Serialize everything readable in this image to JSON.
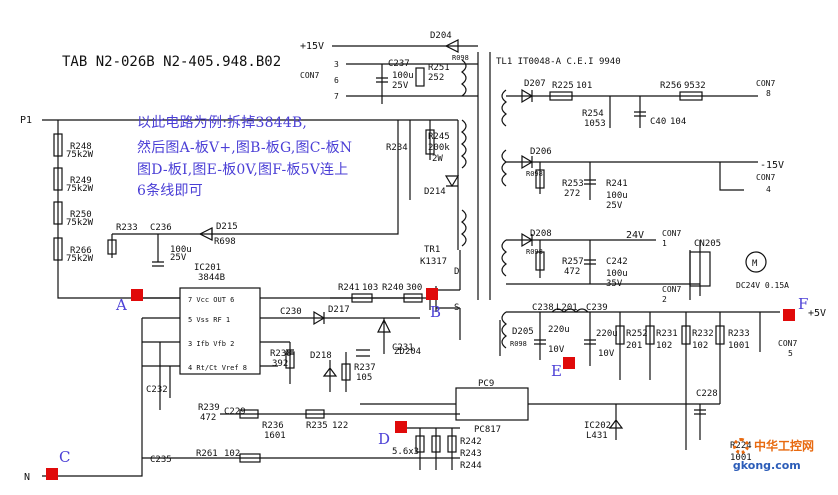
{
  "title": "TAB N2-026B N2-405.948.B02",
  "note": {
    "line1": "以此电路为例:拆掉3844B,",
    "line2": "然后图A-板V+,图B-板G,图C-板N",
    "line3": "图D-板I,图E-板0V,图F-板5V连上",
    "line4": "6条线即可"
  },
  "markers": {
    "a": "A",
    "b": "B",
    "c": "C",
    "d": "D",
    "e": "E",
    "f": "F"
  },
  "nets": {
    "p1": "P1",
    "n": "N",
    "plus15v": "+15V",
    "minus15v": "-15V",
    "plus5v": "+5V",
    "v24": "24V",
    "dc24": "DC24V 0.15A",
    "con7": "CON7",
    "c7p3": "3",
    "c7p6": "6",
    "c7p7": "7",
    "c7p8": "8",
    "c7p4": "4",
    "c7p1": "1",
    "c7p2": "2",
    "c7p5": "5"
  },
  "components": {
    "r248": "R248",
    "r248v": "75k2W",
    "r249": "R249",
    "r249v": "75k2W",
    "r250": "R250",
    "r250v": "75k2W",
    "r266": "R266",
    "r266v": "75k2W",
    "r233a": "R233",
    "c236": "C236",
    "c236v": "100u",
    "c236v2": "25V",
    "d215": "D215",
    "d215v": "R698",
    "ic201": "IC201",
    "ic201v": "3844B",
    "pin7": "7 Vcc OUT 6",
    "pin5": "5 Vss  RF 1",
    "pin3": "3 Ifb  Vfb 2",
    "pin4": "4 Rt/Ct Vref 8",
    "c232": "C232",
    "r239": "R239",
    "r239v": "472",
    "c229": "C229",
    "r236": "R236",
    "r236v": "1601",
    "r235": "R235",
    "r235v": "122",
    "r261": "R261",
    "r261v": "102",
    "c235": "C235",
    "r241": "R241",
    "r241v": "103",
    "r240": "R240",
    "r240v": "300",
    "c230": "C230",
    "d217": "D217",
    "zd204": "ZD204",
    "r238": "R238",
    "r238v": "392",
    "d218": "D218",
    "r237": "R237",
    "r237v": "105",
    "c231": "C231",
    "r242": "R242",
    "r243": "R243",
    "r244": "R244",
    "v56": "5.6x3",
    "tr1": "TR1",
    "tr1v": "K1317",
    "pin_d": "D",
    "pin_s": "S",
    "d204": "D204",
    "d204v": "R098",
    "c237": "C237",
    "c237v": "100u",
    "c237v2": "25V",
    "r251": "R251",
    "r251v": "252",
    "r234": "R234",
    "r245": "R245",
    "r245v": "200k",
    "r245v2": "2W",
    "d214": "D214",
    "tl1": "TL1 IT0048-A C.E.I 9940",
    "d207": "D207",
    "r225": "R225",
    "r225v": "101",
    "r254": "R254",
    "r254v": "1053",
    "c40": "C40",
    "c40v": "104",
    "r256": "R256",
    "r256v": "9532",
    "d206": "D206",
    "d206v": "R098",
    "r253": "R253",
    "r253v": "272",
    "r241b": "R241",
    "r241bv": "100u",
    "r241bv2": "25V",
    "d208": "D208",
    "d208v": "R098",
    "r257": "R257",
    "r257v": "472",
    "c242": "C242",
    "c242v": "100u",
    "c242v2": "35V",
    "cn205": "CN205",
    "motor": "M",
    "c238": "C238",
    "l201": "L201",
    "c239": "C239",
    "d205": "D205",
    "d205v": "R098",
    "c220a": "220u",
    "c220av": "10V",
    "c220b": "220u",
    "c220bv": "10V",
    "r252": "R252",
    "r252v": "201",
    "r231": "R231",
    "r231v": "102",
    "r232": "R232",
    "r232v": "102",
    "r233b": "R233",
    "r233bv": "1001",
    "pc9": "PC9",
    "pc817": "PC817",
    "c228": "C228",
    "ic202": "IC202",
    "ic202v": "L431",
    "r224": "R224",
    "r224v": "1001"
  },
  "watermark": {
    "line1": "中华工控网",
    "line2": "gkong.com"
  },
  "colors": {
    "annotation": "#4b3fd6",
    "marker": "#e00a0a",
    "line": "#111111",
    "watermark": "#e86a10"
  }
}
